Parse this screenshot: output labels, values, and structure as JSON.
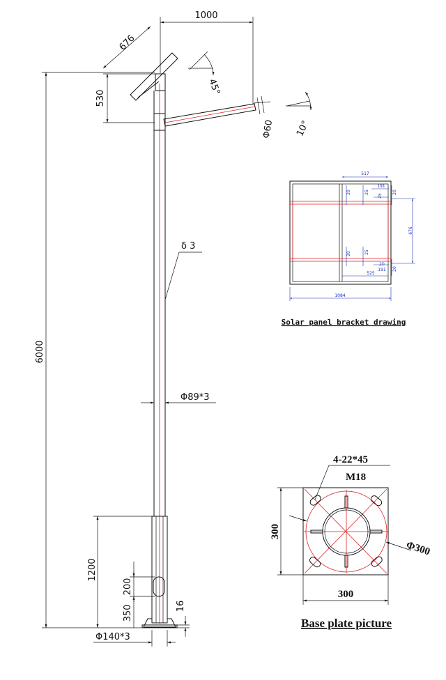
{
  "pole": {
    "height": "6000",
    "arm_reach": "1000",
    "panel_length": "676",
    "bracket_spacing": "530",
    "panel_angle": "45°",
    "arm_angle": "10°",
    "arm_diameter": "Φ60",
    "wall_thickness": "δ 3",
    "tube_diameter": "Φ89*3",
    "sleeve_height": "1200",
    "door_height": "200",
    "door_offset": "350",
    "base_plate_thickness": "16",
    "base_tube": "Φ140*3"
  },
  "bracket": {
    "caption": "Solar panel bracket drawing",
    "width_top": "517",
    "height_right": "676",
    "width_bottom": "1084",
    "d20_a": "20",
    "d25_a": "25",
    "d191_a": "191",
    "d25_b": "25",
    "d20_b": "20",
    "d20_c": "20",
    "d25_c": "25",
    "d20_d": "20",
    "d525": "525",
    "d191_b": "191",
    "d20_e": "20"
  },
  "base_plate": {
    "caption": "Base plate picture",
    "holes": "4-22*45",
    "bolts": "M18",
    "side": "300",
    "bottom": "300",
    "circle": "Φ300"
  }
}
